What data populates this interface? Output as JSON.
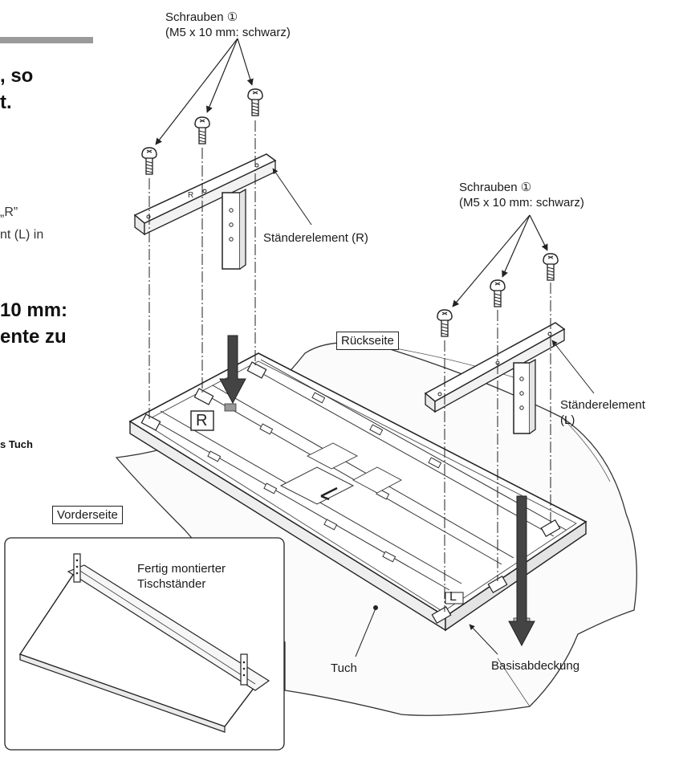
{
  "left_text": {
    "bar_color": "#9a9a9a",
    "line1": ", so",
    "line2": "t.",
    "line3": "„R”",
    "line4": "nt (L) in",
    "line5": "10 mm:",
    "line6": "ente zu",
    "line7": "s Tuch"
  },
  "labels": {
    "screws_top_line1": "Schrauben ①",
    "screws_top_line2": "(M5 x 10 mm: schwarz)",
    "screws_right_line1": "Schrauben ①",
    "screws_right_line2": "(M5 x 10 mm: schwarz)",
    "stand_r": "Ständerelement (R)",
    "stand_l_line1": "Ständerelement",
    "stand_l_line2": "(L)",
    "rueckseite": "Rückseite",
    "vorderseite": "Vorderseite",
    "finished_line1": "Fertig montierter",
    "finished_line2": "Tischständer",
    "tuch": "Tuch",
    "basisabdeckung": "Basisabdeckung",
    "mark_r": "R",
    "mark_l": "L"
  }
}
